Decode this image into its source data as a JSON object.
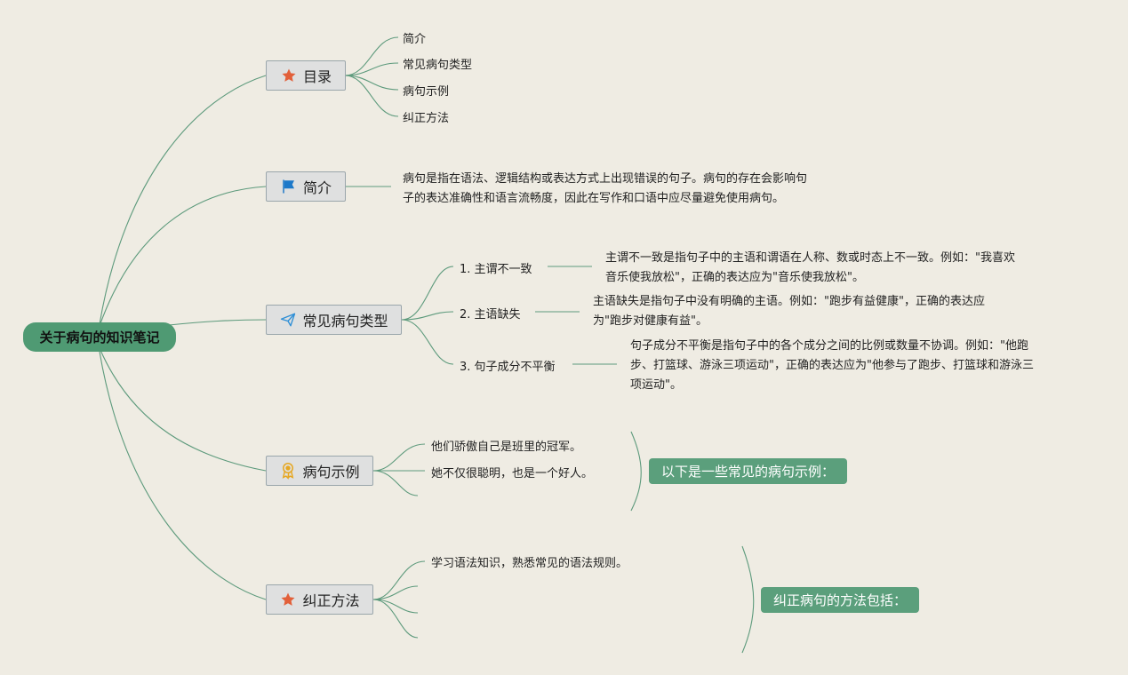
{
  "root": "关于病句的知识笔记",
  "colors": {
    "line": "#5d9a7c",
    "root": "#4f9a73",
    "summary": "#5b9f7c",
    "bg": "#efece3"
  },
  "toc": {
    "label": "目录",
    "icon": "star-icon",
    "items": [
      "简介",
      "常见病句类型",
      "病句示例",
      "纠正方法"
    ]
  },
  "intro": {
    "label": "简介",
    "icon": "flag-icon",
    "lines": [
      "病句是指在语法、逻辑结构或表达方式上出现错误的句子。病句的存在会影响句",
      "子的表达准确性和语言流畅度，因此在写作和口语中应尽量避免使用病句。"
    ]
  },
  "types": {
    "label": "常见病句类型",
    "icon": "paper-plane-icon",
    "items": [
      {
        "title": "1. 主谓不一致",
        "lines": [
          "主谓不一致是指句子中的主语和谓语在人称、数或时态上不一致。例如：\"我喜欢",
          "音乐使我放松\"，正确的表达应为\"音乐使我放松\"。"
        ]
      },
      {
        "title": "2. 主语缺失",
        "lines": [
          "主语缺失是指句子中没有明确的主语。例如：\"跑步有益健康\"，正确的表达应",
          "为\"跑步对健康有益\"。"
        ]
      },
      {
        "title": "3. 句子成分不平衡",
        "lines": [
          "句子成分不平衡是指句子中的各个成分之间的比例或数量不协调。例如：\"他跑",
          "步、打篮球、游泳三项运动\"，正确的表达应为\"他参与了跑步、打篮球和游泳三",
          "项运动\"。"
        ]
      }
    ]
  },
  "examples": {
    "label": "病句示例",
    "icon": "award-icon",
    "items": [
      "他们骄傲自己是班里的冠军。",
      "她不仅很聪明，也是一个好人。"
    ],
    "summary": "以下是一些常见的病句示例："
  },
  "fix": {
    "label": "纠正方法",
    "icon": "star-icon",
    "items": [
      "学习语法知识，熟悉常见的语法规则。"
    ],
    "summary": "纠正病句的方法包括："
  }
}
